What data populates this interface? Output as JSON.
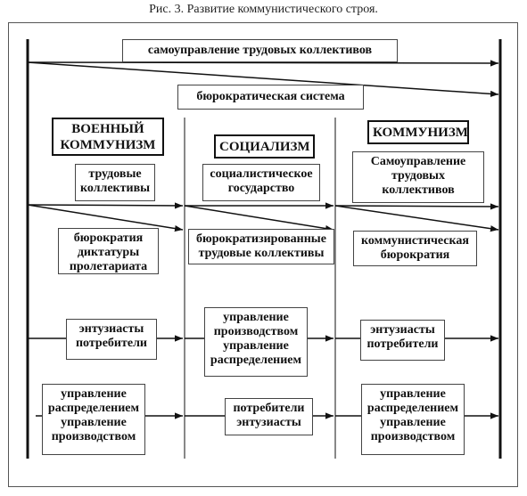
{
  "caption": "Рис. 3. Развитие коммунистического строя.",
  "top_boxes": {
    "self_governance": "самоуправление трудовых коллективов",
    "bureaucracy": "бюрократическая система"
  },
  "stages": {
    "war_communism": [
      "ВОЕННЫЙ",
      "КОММУНИЗМ"
    ],
    "socialism": [
      "СОЦИАЛИЗМ"
    ],
    "communism": [
      "КОММУНИЗМ"
    ]
  },
  "row1": {
    "left": [
      "трудовые",
      "коллективы"
    ],
    "middle": [
      "социалистическое",
      "государство"
    ],
    "right": [
      "Самоуправление",
      "трудовых",
      "коллективов"
    ]
  },
  "row2": {
    "left": [
      "бюрократия",
      "диктатуры",
      "пролетариата"
    ],
    "middle": [
      "бюрократизированные",
      "трудовые коллективы"
    ],
    "right": [
      "коммунистическая",
      "бюрократия"
    ]
  },
  "row3": {
    "left": [
      "энтузиасты",
      "потребители"
    ],
    "middle": [
      "управление",
      "производством",
      "управление",
      "распределением"
    ],
    "right": [
      "энтузиасты",
      "потребители"
    ]
  },
  "row4": {
    "left": [
      "управление",
      "распределением",
      "управление",
      "производством"
    ],
    "middle": [
      "потребители",
      "энтузиасты"
    ],
    "right": [
      "управление",
      "распределением",
      "управление",
      "производством"
    ]
  }
}
